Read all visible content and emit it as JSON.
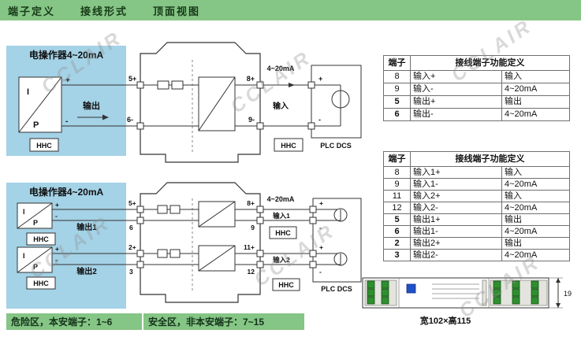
{
  "header": {
    "tabs": [
      {
        "label": "端子定义"
      },
      {
        "label": "接线形式"
      },
      {
        "label": "顶面视图"
      }
    ]
  },
  "watermark": {
    "text": "CCLAIR"
  },
  "panel1": {
    "title": "电操作器4~20mA",
    "i": "I",
    "p": "P",
    "plus": "+",
    "minus": "-",
    "output": "输出",
    "hhc": "HHC"
  },
  "diagram1": {
    "t5": "5+",
    "t6": "6-",
    "t8": "8+",
    "t9": "9-",
    "signal": "4~20mA",
    "input": "输入",
    "plus": "+",
    "minus": "-",
    "hhc": "HHC",
    "plc": "PLC DCS"
  },
  "panel2": {
    "title": "电操作器4~20mA",
    "i": "I",
    "p": "P",
    "plus": "+",
    "minus": "-",
    "output1": "输出1",
    "output2": "输出2",
    "hhc": "HHC"
  },
  "diagram2": {
    "t5": "5+",
    "t6": "6",
    "t2": "2+",
    "t3": "3",
    "t8": "8+",
    "t9": "9",
    "t11": "11+",
    "t12": "12",
    "signal": "4~20mA",
    "input1": "输入1",
    "input2": "输入2",
    "plus": "+",
    "minus": "-",
    "hhc": "HHC",
    "plc": "PLC DCS"
  },
  "table1": {
    "headers": {
      "terminal": "端子",
      "definition": "接线端子功能定义"
    },
    "rows": [
      {
        "no": "8",
        "func": "输入+",
        "desc": "输入"
      },
      {
        "no": "9",
        "func": "输入-",
        "desc": "4~20mA"
      },
      {
        "no": "5",
        "func": "输出+",
        "desc": "输出"
      },
      {
        "no": "6",
        "func": "输出-",
        "desc": "4~20mA"
      }
    ]
  },
  "table2": {
    "headers": {
      "terminal": "端子",
      "definition": "接线端子功能定义"
    },
    "rows": [
      {
        "no": "8",
        "func": "输入1+",
        "desc": "输入"
      },
      {
        "no": "9",
        "func": "输入1-",
        "desc": "4~20mA"
      },
      {
        "no": "11",
        "func": "输入2+",
        "desc": "输入"
      },
      {
        "no": "12",
        "func": "输入2-",
        "desc": "4~20mA"
      },
      {
        "no": "5",
        "func": "输出1+",
        "desc": "输出"
      },
      {
        "no": "6",
        "func": "输出1-",
        "desc": "4~20mA"
      },
      {
        "no": "2",
        "func": "输出2+",
        "desc": "输出"
      },
      {
        "no": "3",
        "func": "输出2-",
        "desc": "4~20mA"
      }
    ]
  },
  "topview": {
    "dim_side": "19",
    "dim_caption": "宽102×高115"
  },
  "footer": {
    "hazard": "危险区，本安端子：1~6",
    "safe": "安全区，非本安端子：7~15"
  },
  "colors": {
    "accent_green": "#85c585",
    "panel_blue": "#a4d2e6",
    "terminal_blue": "#0a58c8"
  }
}
